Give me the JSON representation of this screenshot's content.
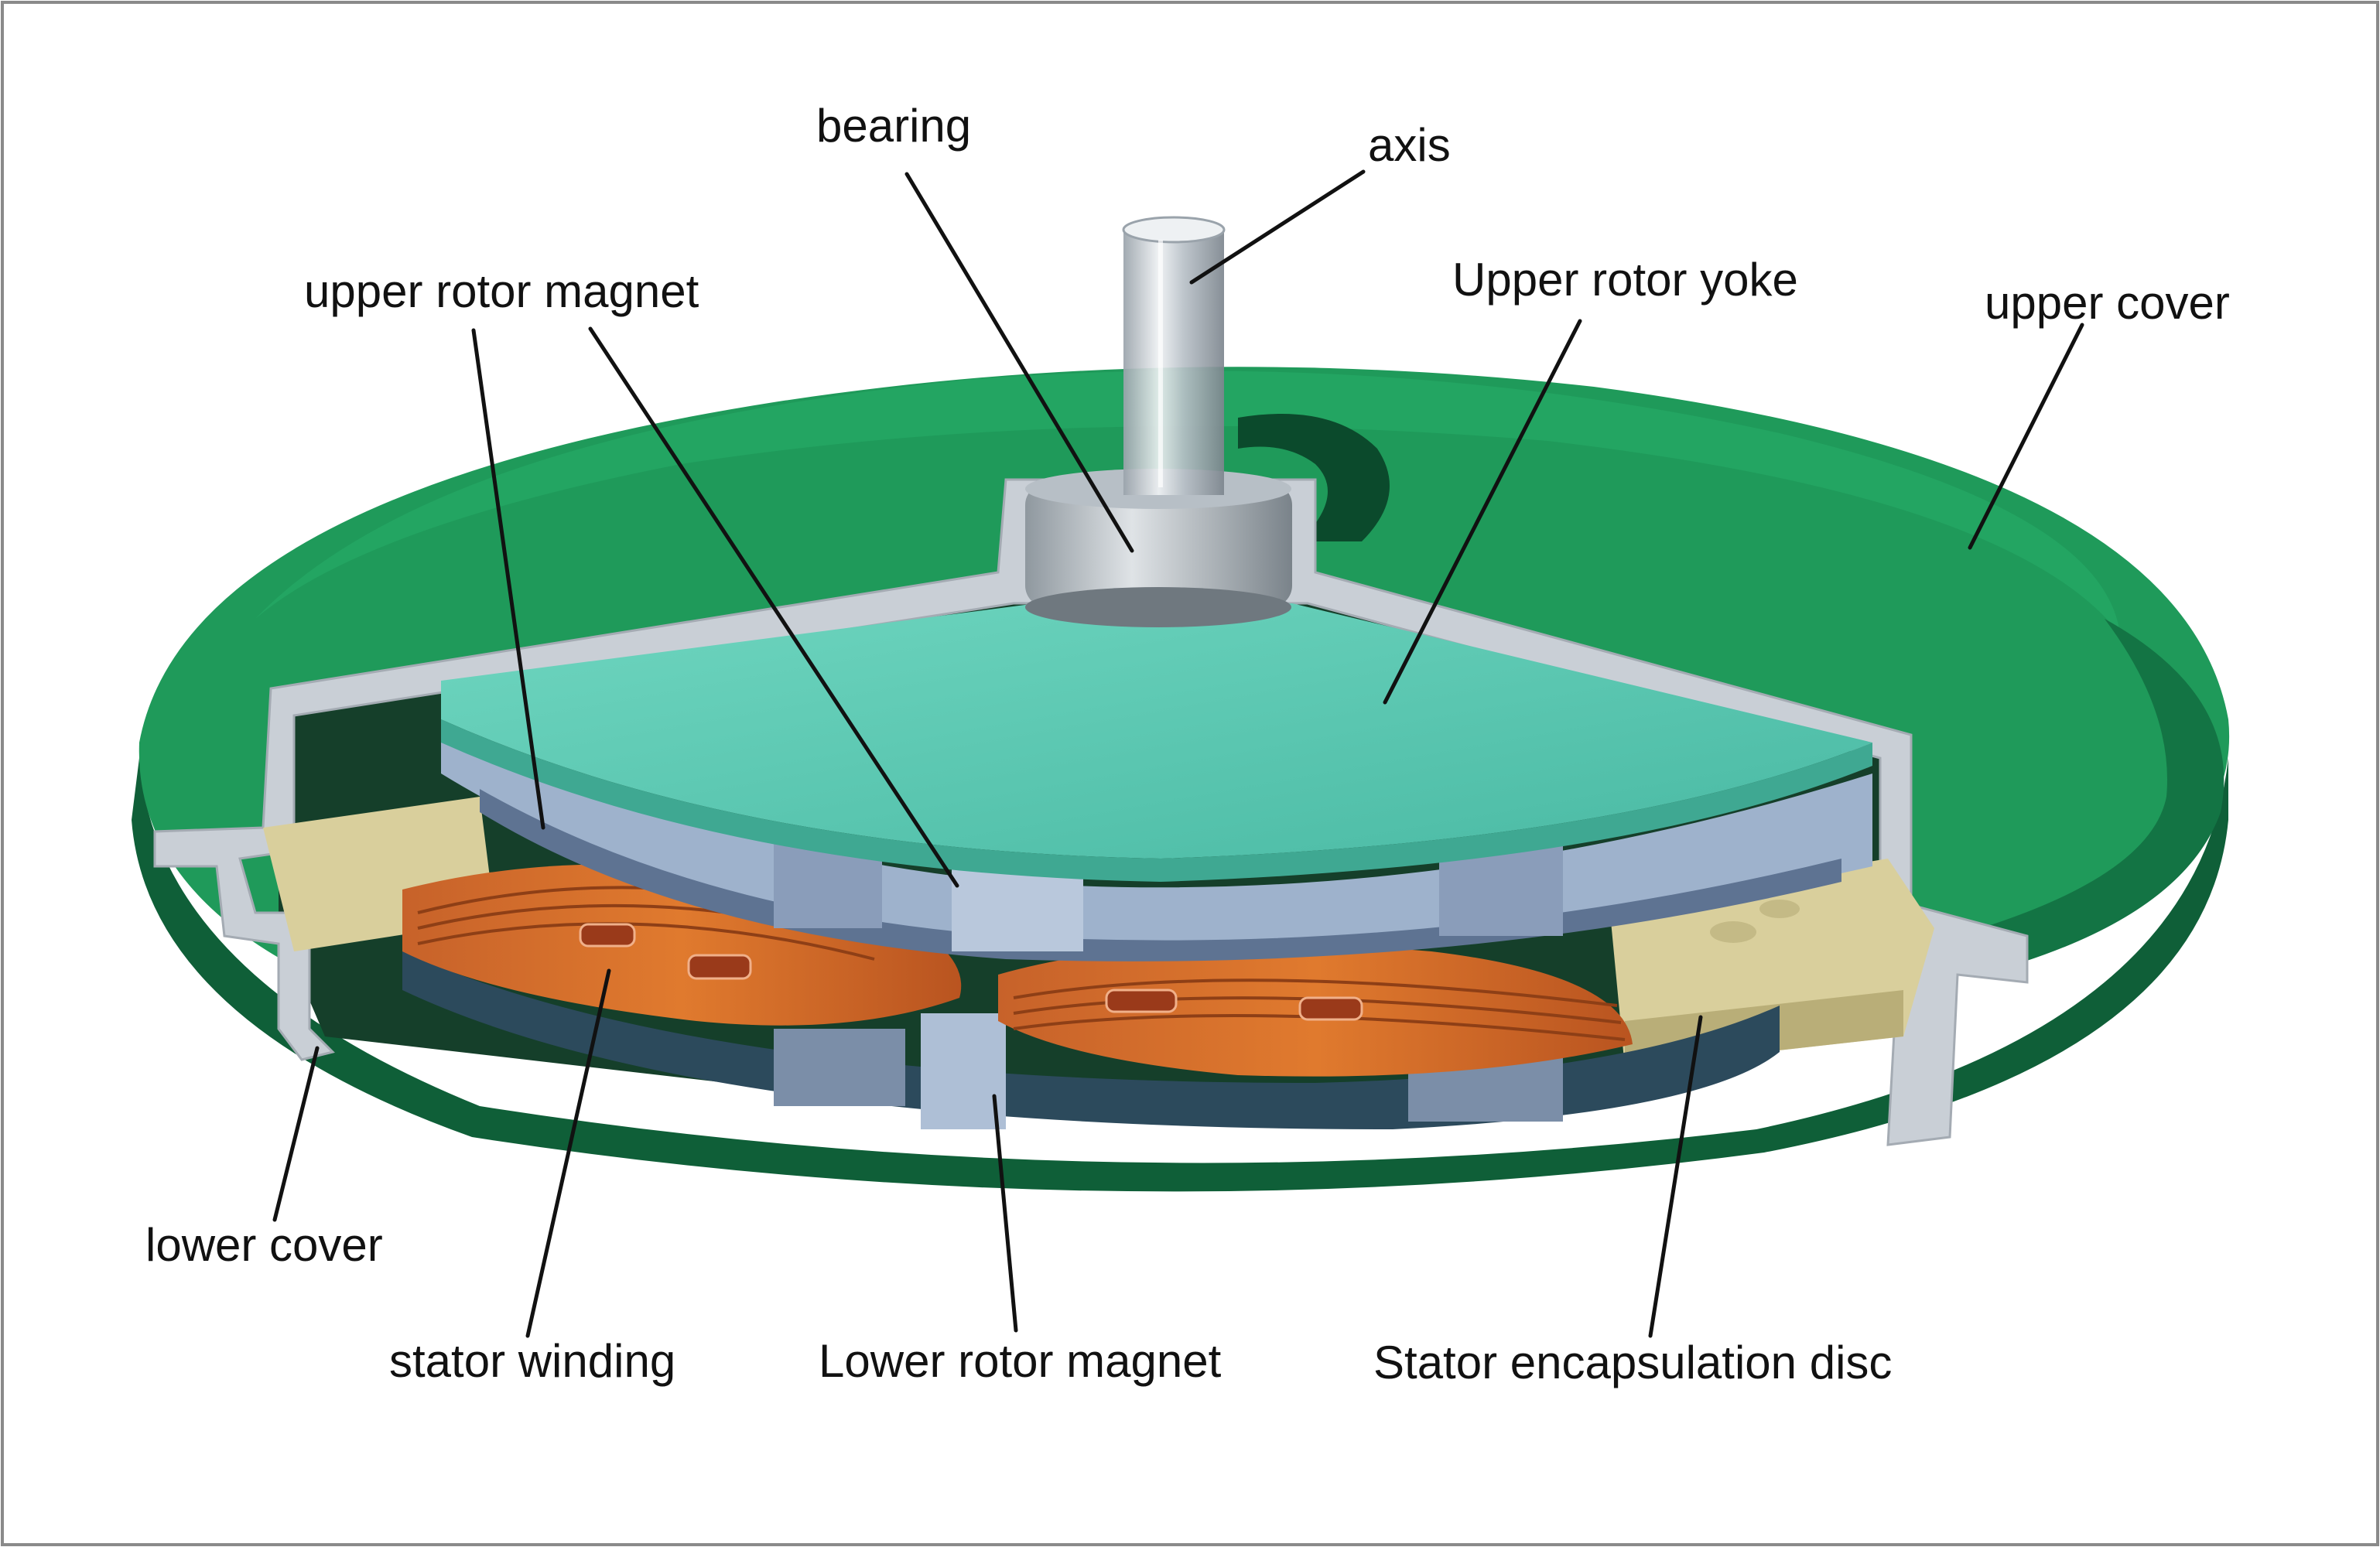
{
  "labels": {
    "bearing": "bearing",
    "axis": "axis",
    "upper_rotor_magnet": "upper rotor magnet",
    "upper_rotor_yoke": "Upper rotor yoke",
    "upper_cover": "upper cover",
    "lower_cover": "lower cover",
    "stator_winding": "stator winding",
    "lower_rotor_magnet": "Lower rotor magnet",
    "stator_encapsulation_disc": "Stator encapsulation disc"
  },
  "colors": {
    "cover_green": "#1f9a5a",
    "cover_green_dark": "#137444",
    "cover_green_deep": "#0b4a2c",
    "shell_gray": "#c9cfd6",
    "yoke_teal": "#5ccbb4",
    "magnet_blue": "#9eb2cc",
    "winding_copper": "#d26a2a",
    "encapsulation_tan": "#d9cf9c",
    "shaft_silver": "#c8ced4"
  }
}
